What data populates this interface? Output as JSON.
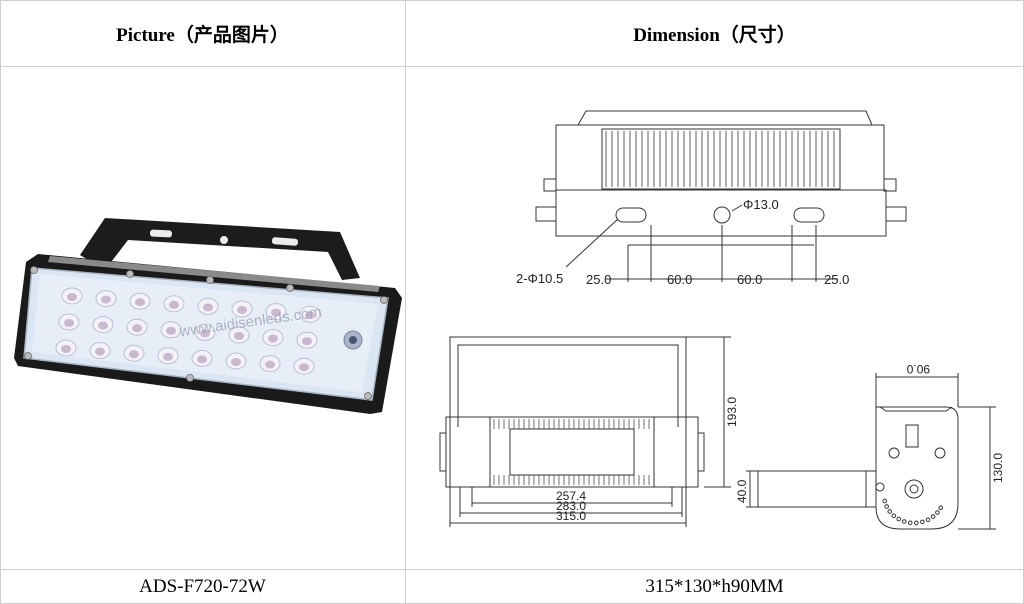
{
  "header": {
    "picture": "Picture（产品图片）",
    "dimension": "Dimension（尺寸）"
  },
  "footer": {
    "model": "ADS-F720-72W",
    "size": "315*130*h90MM"
  },
  "product": {
    "watermark": "www.aidisenleds.com",
    "led_rows": 3,
    "led_cols": 8
  },
  "dimensions": {
    "top_view": {
      "hole_label": "2-Φ10.5",
      "center_hole_label": "Φ13.0",
      "spacing": [
        "25.0",
        "60.0",
        "60.0",
        "25.0"
      ]
    },
    "front_view": {
      "height": "193.0",
      "widths": [
        "257.4",
        "283.0",
        "315.0"
      ]
    },
    "side_view": {
      "width": "90.0",
      "height": "130.0",
      "bracket": "40.0"
    }
  },
  "colors": {
    "border": "#cfcfcf",
    "housing": "#1f1f1f",
    "lens": "#dde8f6",
    "drawing": "#333333"
  }
}
